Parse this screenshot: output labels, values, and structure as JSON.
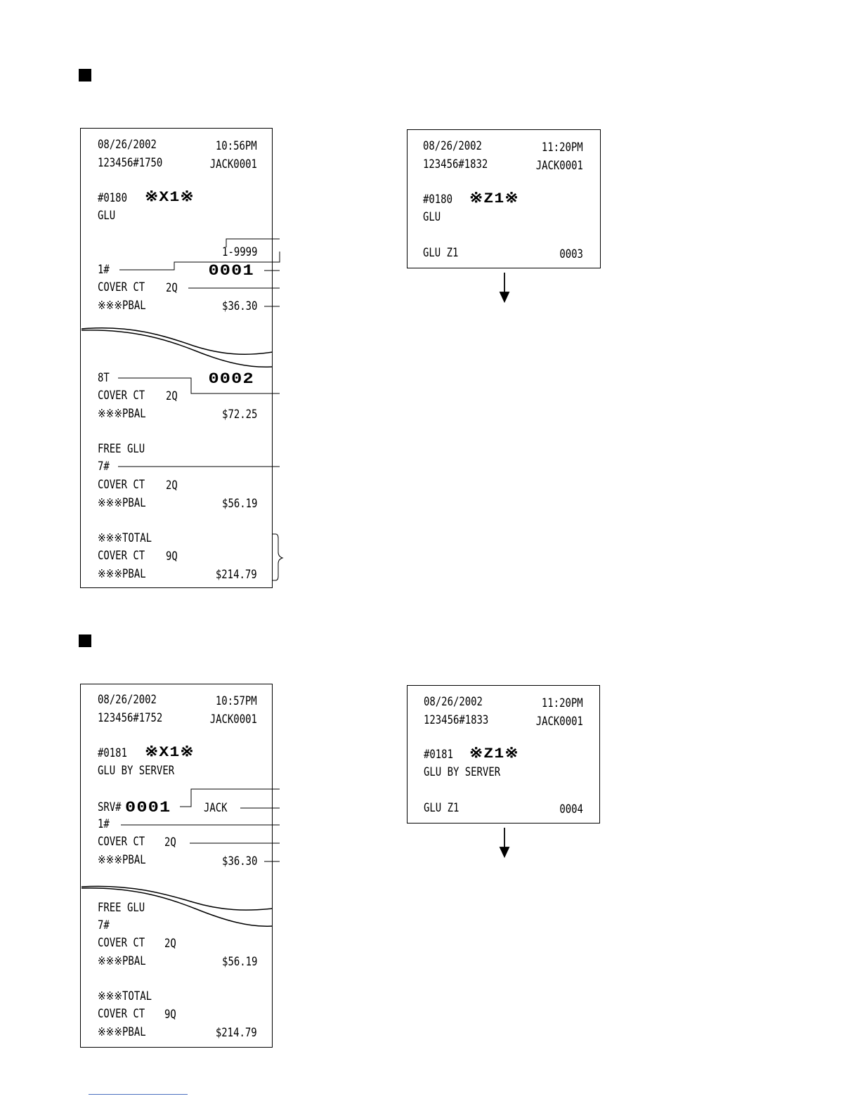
{
  "report1": {
    "x1": {
      "date": "08/26/2002",
      "time": "10:56PM",
      "machine": "123456#1750",
      "clerk": "JACK0001",
      "report_no": "#0180",
      "mode": "※X1※",
      "title": "GLU",
      "range": "1-9999",
      "groups": [
        {
          "label": "1#",
          "number": "0001",
          "cover": "COVER CT",
          "cover_count": "2Q",
          "pbal_label": "※※※PBAL",
          "pbal": "$36.30"
        },
        {
          "label": "8T",
          "number": "0002",
          "cover": "COVER CT",
          "cover_count": "2Q",
          "pbal_label": "※※※PBAL",
          "pbal": "$72.25"
        },
        {
          "label": "7#",
          "pre": "FREE GLU",
          "cover": "COVER CT",
          "cover_count": "2Q",
          "pbal_label": "※※※PBAL",
          "pbal": "$56.19"
        }
      ],
      "total": {
        "label": "※※※TOTAL",
        "cover": "COVER CT",
        "cover_count": "9Q",
        "pbal_label": "※※※PBAL",
        "pbal": "$214.79"
      }
    },
    "z1": {
      "date": "08/26/2002",
      "time": "11:20PM",
      "machine": "123456#1832",
      "clerk": "JACK0001",
      "report_no": "#0180",
      "mode": "※Z1※",
      "title": "GLU",
      "footer_label": "GLU Z1",
      "footer_count": "0003"
    }
  },
  "report2": {
    "x1": {
      "date": "08/26/2002",
      "time": "10:57PM",
      "machine": "123456#1752",
      "clerk": "JACK0001",
      "report_no": "#0181",
      "mode": "※X1※",
      "title": "GLU BY SERVER",
      "server_label": "SRV#",
      "server_no": "0001",
      "server_name": "JACK",
      "groups": [
        {
          "label": "1#",
          "cover": "COVER CT",
          "cover_count": "2Q",
          "pbal_label": "※※※PBAL",
          "pbal": "$36.30"
        },
        {
          "label": "7#",
          "pre": "FREE GLU",
          "cover": "COVER CT",
          "cover_count": "2Q",
          "pbal_label": "※※※PBAL",
          "pbal": "$56.19"
        }
      ],
      "total": {
        "label": "※※※TOTAL",
        "cover": "COVER CT",
        "cover_count": "9Q",
        "pbal_label": "※※※PBAL",
        "pbal": "$214.79"
      }
    },
    "z1": {
      "date": "08/26/2002",
      "time": "11:20PM",
      "machine": "123456#1833",
      "clerk": "JACK0001",
      "report_no": "#0181",
      "mode": "※Z1※",
      "title": "GLU BY SERVER",
      "footer_label": "GLU Z1",
      "footer_count": "0004"
    }
  }
}
